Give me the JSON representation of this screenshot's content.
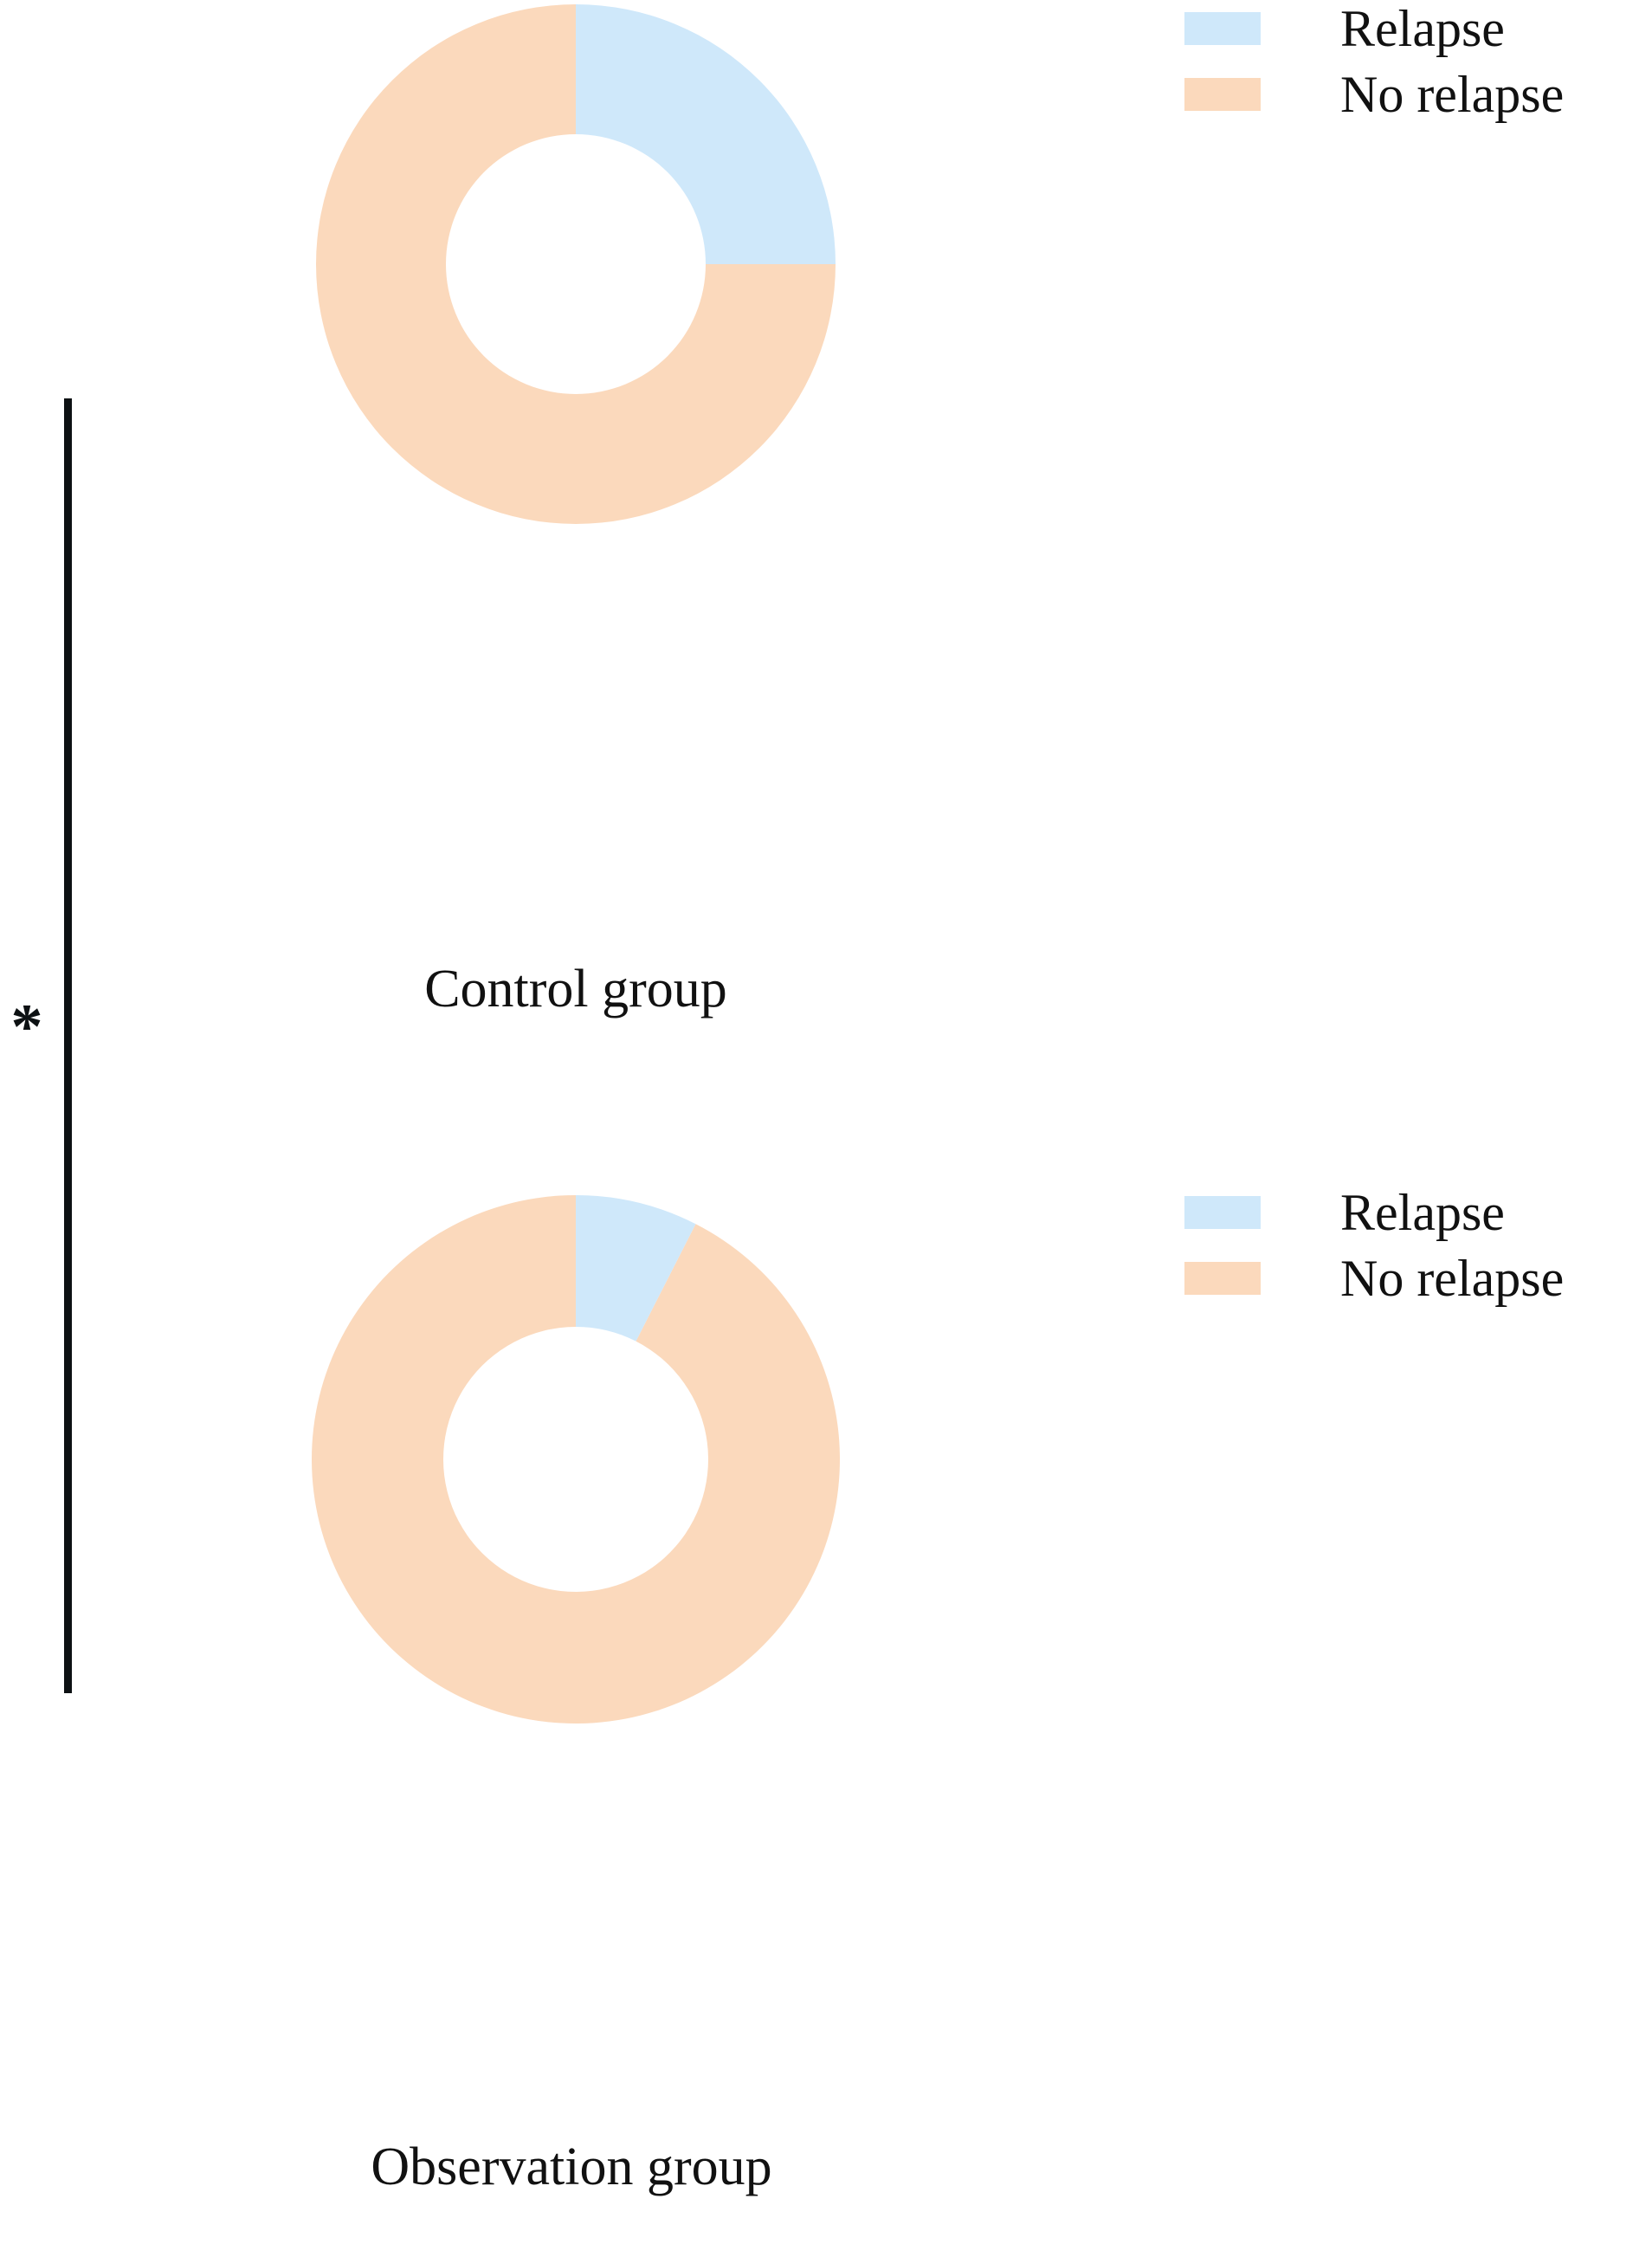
{
  "figure": {
    "background": "#ffffff",
    "significance": {
      "marker": "*",
      "bracket_color": "#0d1113"
    }
  },
  "colors": {
    "relapse": "#cfe8fa",
    "no_relapse": "#fbd9bc",
    "text": "#111111",
    "hole": "#ffffff"
  },
  "panels": [
    {
      "id": "control",
      "group_label": "Control group",
      "legend": [
        {
          "label": "Relapse",
          "color": "#cfe8fa",
          "swatch_name": "legend-swatch-relapse"
        },
        {
          "label": "No relapse",
          "color": "#fbd9bc",
          "swatch_name": "legend-swatch-no-relapse"
        }
      ]
    },
    {
      "id": "observation",
      "group_label": "Observation group",
      "legend": [
        {
          "label": "Relapse",
          "color": "#cfe8fa",
          "swatch_name": "legend-swatch-relapse"
        },
        {
          "label": "No relapse",
          "color": "#fbd9bc",
          "swatch_name": "legend-swatch-no-relapse"
        }
      ]
    }
  ],
  "chart_data": [
    {
      "type": "pie",
      "variant": "donut",
      "title": "Control group",
      "labels": [
        "Relapse",
        "No relapse"
      ],
      "values": [
        25.0,
        75.0
      ],
      "value_unit": "percent",
      "colors": [
        "#cfe8fa",
        "#fbd9bc"
      ],
      "start_angle_deg": 0,
      "direction": "clockwise",
      "hole_fraction": 0.5,
      "legend_position": "top-right",
      "grid": false
    },
    {
      "type": "pie",
      "variant": "donut",
      "title": "Observation group",
      "labels": [
        "Relapse",
        "No relapse"
      ],
      "values": [
        7.5,
        92.5
      ],
      "value_unit": "percent",
      "colors": [
        "#cfe8fa",
        "#fbd9bc"
      ],
      "start_angle_deg": 0,
      "direction": "clockwise",
      "hole_fraction": 0.5,
      "legend_position": "middle-right",
      "grid": false
    }
  ]
}
